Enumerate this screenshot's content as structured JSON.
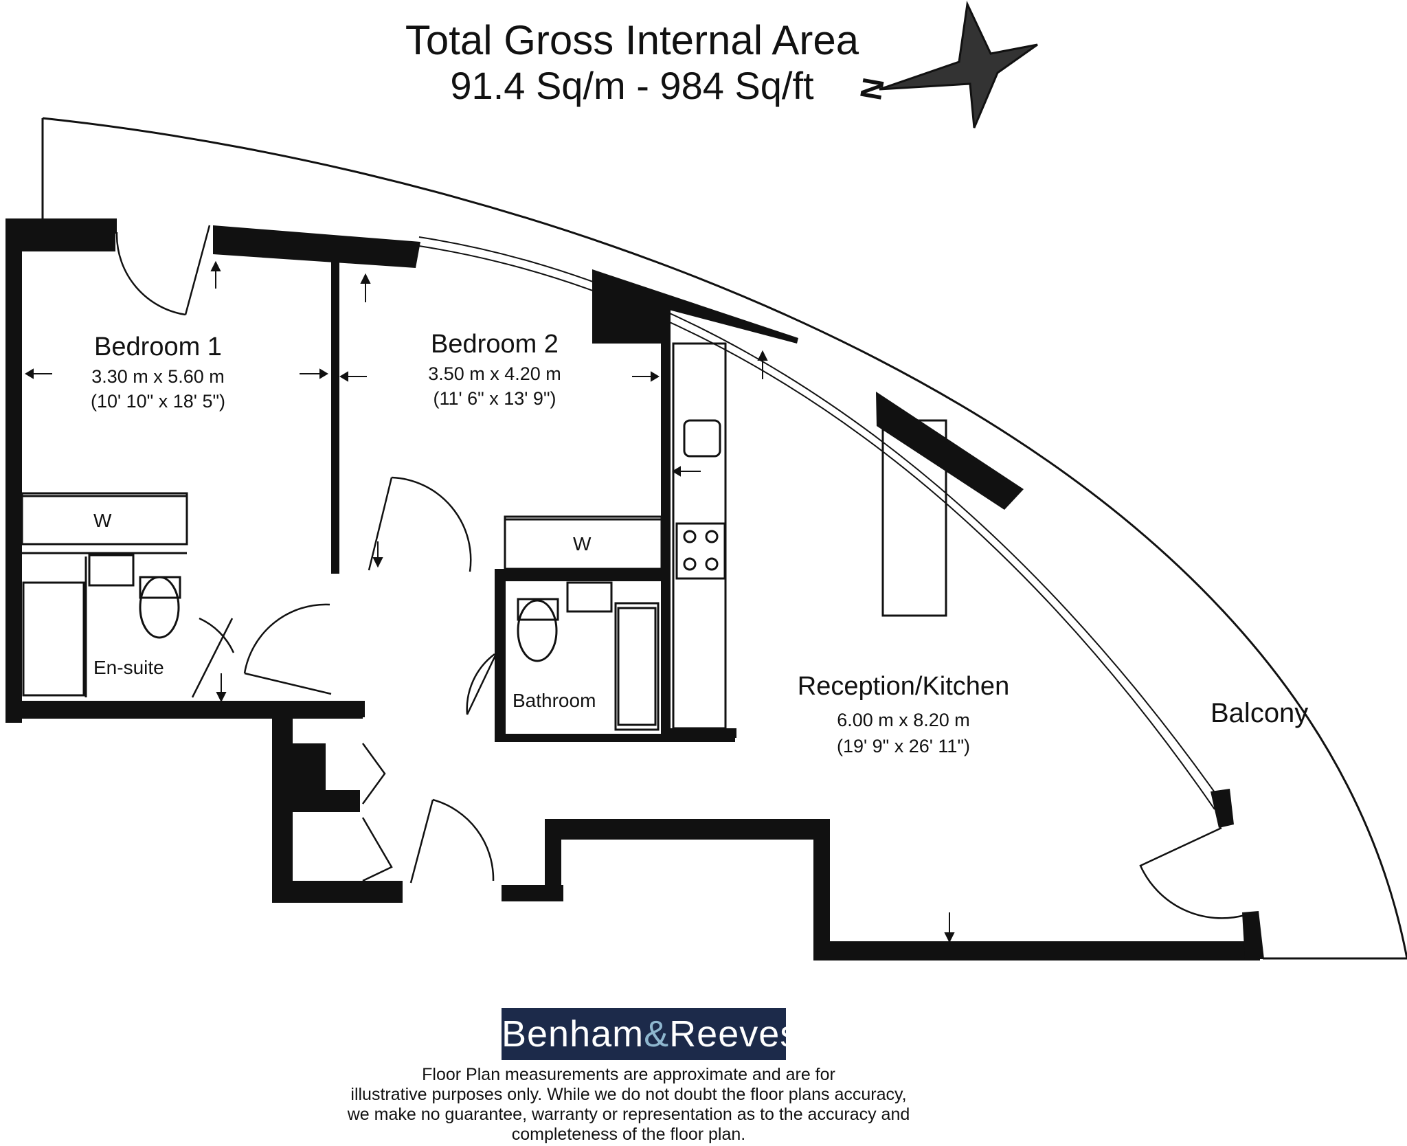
{
  "header": {
    "title_line1": "Total Gross Internal Area",
    "title_line2": "91.4 Sq/m - 984 Sq/ft"
  },
  "compass": {
    "label": "N"
  },
  "rooms": {
    "bedroom1": {
      "name": "Bedroom 1",
      "metric": "3.30 m x 5.60 m",
      "imperial": "(10' 10\" x 18' 5\")"
    },
    "bedroom2": {
      "name": "Bedroom 2",
      "metric": "3.50 m x 4.20 m",
      "imperial": "(11' 6\" x 13' 9\")"
    },
    "reception": {
      "name": "Reception/Kitchen",
      "metric": "6.00 m x 8.20 m",
      "imperial": "(19' 9\" x 26' 11\")"
    },
    "ensuite": {
      "name": "En-suite"
    },
    "bathroom": {
      "name": "Bathroom"
    },
    "balcony": {
      "name": "Balcony"
    },
    "wardrobe1": {
      "name": "W"
    },
    "wardrobe2": {
      "name": "W"
    }
  },
  "logo": {
    "part1": "Benham",
    "amp": "&",
    "part2": "Reeves"
  },
  "disclaimer": {
    "line1": "Floor Plan measurements are approximate and are for",
    "line2": "illustrative purposes only.  While we do not doubt the floor plans accuracy,",
    "line3": "we make no guarantee, warranty or representation as to the accuracy and",
    "line4": "completeness of the floor plan."
  },
  "colors": {
    "wall": "#111111",
    "logo_bg": "#1c2a4a",
    "logo_amp": "#8fb7cf"
  }
}
